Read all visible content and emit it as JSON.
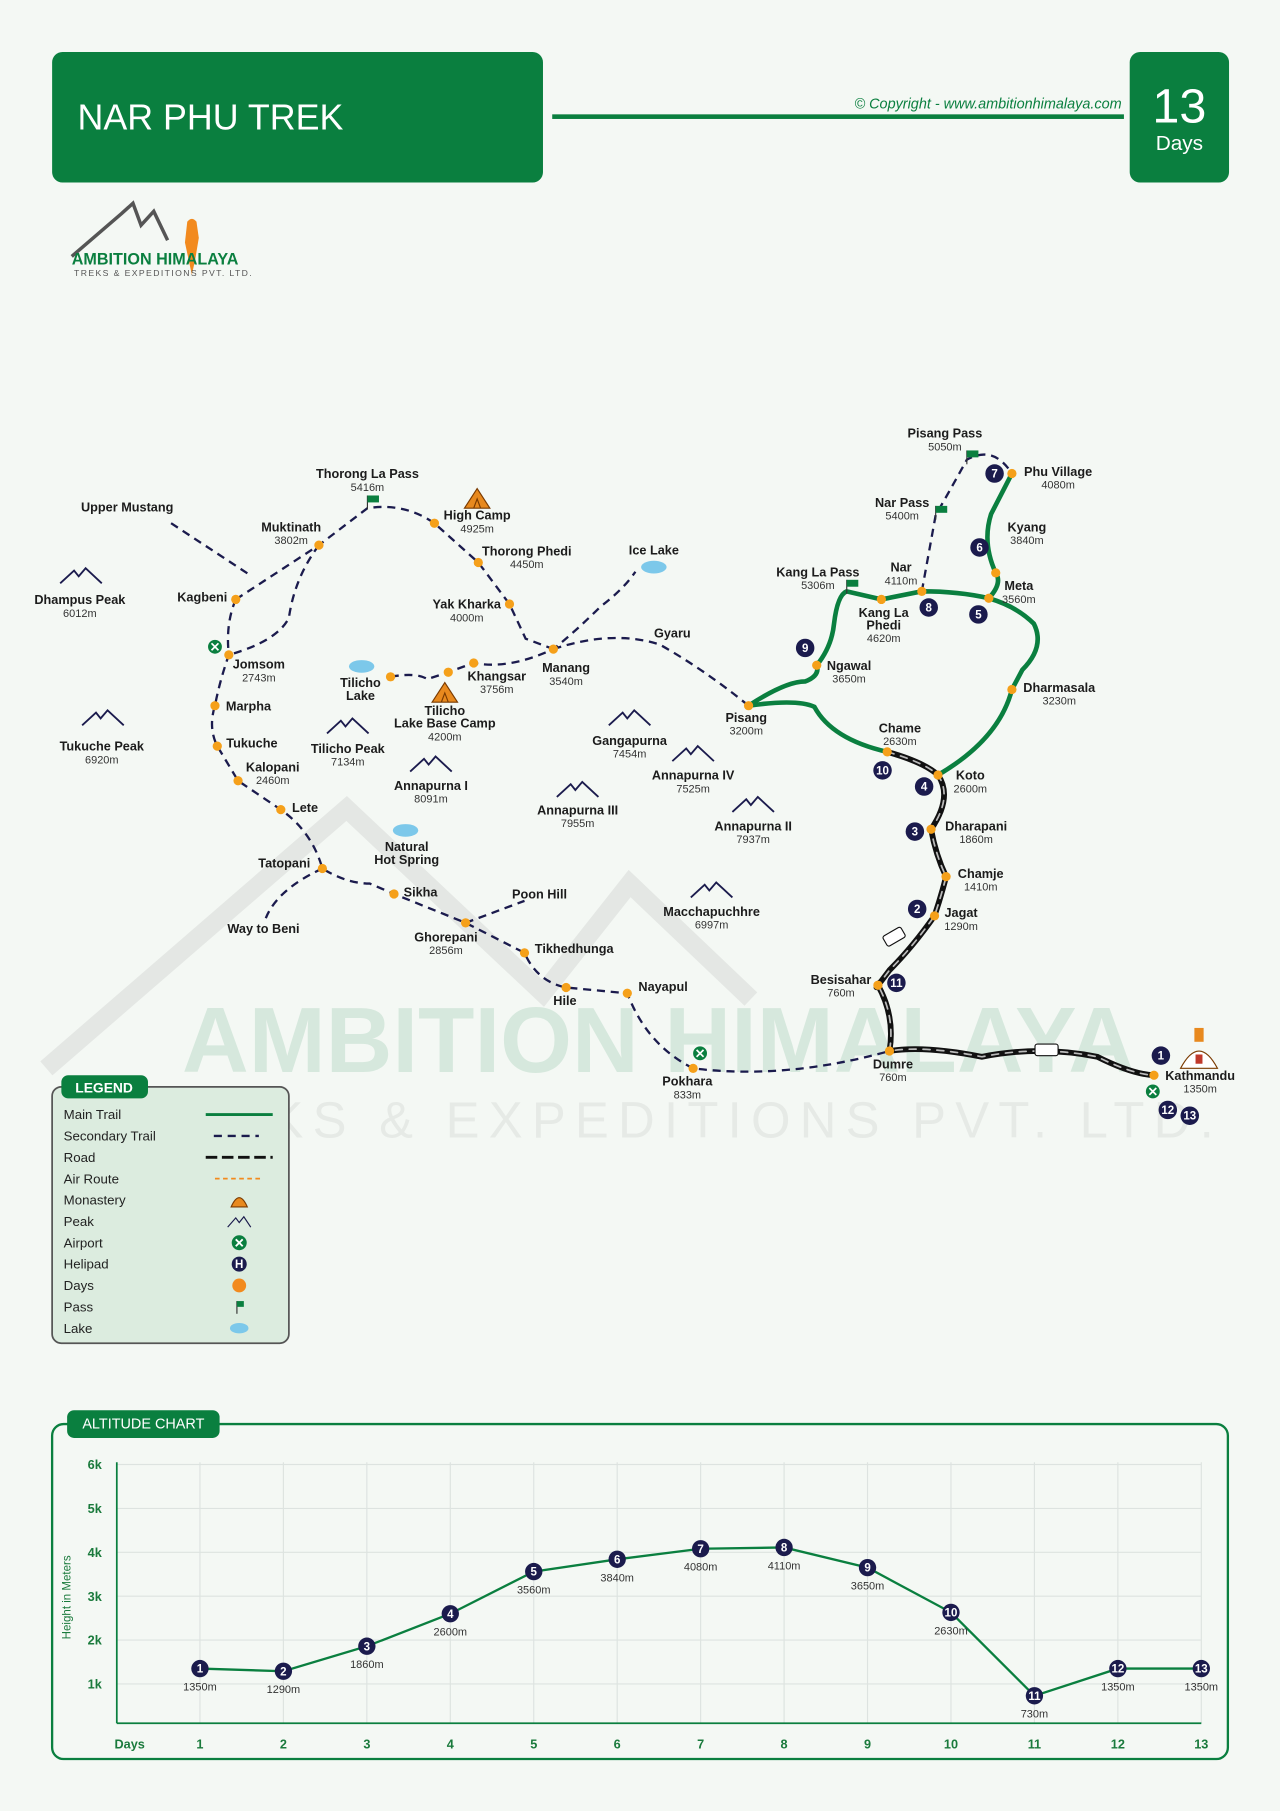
{
  "header": {
    "title": "NAR PHU TREK",
    "copyright": "© Copyright - www.ambitionhimalaya.com",
    "days_number": "13",
    "days_label": "Days"
  },
  "logo": {
    "name": "AMBITION HIMALAYA",
    "tagline": "TREKS & EXPEDITIONS PVT. LTD."
  },
  "watermark": {
    "line1": "AMBITION HIMALAYA",
    "line2": "TREKS & EXPEDITIONS PVT. LTD."
  },
  "colors": {
    "brand": "#0a7f3f",
    "navy": "#1b1b4d",
    "orange": "#f5a01a",
    "bg": "#f4f8f4"
  },
  "map": {
    "region_labels": [
      "Upper Mustang",
      "Way to Beni",
      "Poon Hill",
      "Ice Lake",
      "Gyaru"
    ],
    "places": [
      {
        "name": "Muktinath",
        "alt": "3802m"
      },
      {
        "name": "Thorong La Pass",
        "alt": "5416m"
      },
      {
        "name": "High Camp",
        "alt": "4925m"
      },
      {
        "name": "Thorong Phedi",
        "alt": "4450m"
      },
      {
        "name": "Yak Kharka",
        "alt": "4000m"
      },
      {
        "name": "Manang",
        "alt": "3540m"
      },
      {
        "name": "Khangsar",
        "alt": "3756m"
      },
      {
        "name": "Tilicho Lake Base Camp",
        "alt": "4200m"
      },
      {
        "name": "Tilicho Lake",
        "alt": ""
      },
      {
        "name": "Kagbeni",
        "alt": ""
      },
      {
        "name": "Jomsom",
        "alt": "2743m"
      },
      {
        "name": "Marpha",
        "alt": ""
      },
      {
        "name": "Tukuche",
        "alt": ""
      },
      {
        "name": "Kalopani",
        "alt": "2460m"
      },
      {
        "name": "Lete",
        "alt": ""
      },
      {
        "name": "Tatopani",
        "alt": ""
      },
      {
        "name": "Natural Hot Spring",
        "alt": ""
      },
      {
        "name": "Sikha",
        "alt": ""
      },
      {
        "name": "Ghorepani",
        "alt": "2856m"
      },
      {
        "name": "Tikhedhunga",
        "alt": ""
      },
      {
        "name": "Hile",
        "alt": ""
      },
      {
        "name": "Nayapul",
        "alt": ""
      },
      {
        "name": "Pokhara",
        "alt": "833m"
      },
      {
        "name": "Dumre",
        "alt": "760m"
      },
      {
        "name": "Besisahar",
        "alt": "760m"
      },
      {
        "name": "Jagat",
        "alt": "1290m"
      },
      {
        "name": "Chamje",
        "alt": "1410m"
      },
      {
        "name": "Dharapani",
        "alt": "1860m"
      },
      {
        "name": "Koto",
        "alt": "2600m"
      },
      {
        "name": "Chame",
        "alt": "2630m"
      },
      {
        "name": "Pisang",
        "alt": "3200m"
      },
      {
        "name": "Ngawal",
        "alt": "3650m"
      },
      {
        "name": "Kang La Pass",
        "alt": "5306m"
      },
      {
        "name": "Kang La Phedi",
        "alt": "4620m"
      },
      {
        "name": "Nar",
        "alt": "4110m"
      },
      {
        "name": "Meta",
        "alt": "3560m"
      },
      {
        "name": "Kyang",
        "alt": "3840m"
      },
      {
        "name": "Phu Village",
        "alt": "4080m"
      },
      {
        "name": "Nar Pass",
        "alt": "5400m"
      },
      {
        "name": "Pisang Pass",
        "alt": "5050m"
      },
      {
        "name": "Dharmasala",
        "alt": "3230m"
      },
      {
        "name": "Kathmandu",
        "alt": "1350m"
      }
    ],
    "peaks": [
      {
        "name": "Dhampus Peak",
        "alt": "6012m"
      },
      {
        "name": "Tukuche Peak",
        "alt": "6920m"
      },
      {
        "name": "Tilicho Peak",
        "alt": "7134m"
      },
      {
        "name": "Annapurna I",
        "alt": "8091m"
      },
      {
        "name": "Gangapurna",
        "alt": "7454m"
      },
      {
        "name": "Annapurna IV",
        "alt": "7525m"
      },
      {
        "name": "Annapurna III",
        "alt": "7955m"
      },
      {
        "name": "Annapurna II",
        "alt": "7937m"
      },
      {
        "name": "Macchapuchhre",
        "alt": "6997m"
      }
    ],
    "day_markers": [
      "1",
      "2",
      "3",
      "4",
      "5",
      "6",
      "7",
      "8",
      "9",
      "10",
      "11",
      "12",
      "13"
    ]
  },
  "legend": {
    "title": "LEGEND",
    "items": [
      {
        "label": "Main Trail",
        "icon": "main-trail"
      },
      {
        "label": "Secondary Trail",
        "icon": "secondary-trail"
      },
      {
        "label": "Road",
        "icon": "road"
      },
      {
        "label": "Air Route",
        "icon": "air-route"
      },
      {
        "label": "Monastery",
        "icon": "monastery"
      },
      {
        "label": "Peak",
        "icon": "peak"
      },
      {
        "label": "Airport",
        "icon": "airport"
      },
      {
        "label": "Helipad",
        "icon": "helipad"
      },
      {
        "label": "Days",
        "icon": "day-dot"
      },
      {
        "label": "Pass",
        "icon": "pass-flag"
      },
      {
        "label": "Lake",
        "icon": "lake"
      }
    ],
    "helipad_letter": "H"
  },
  "chart_data": {
    "type": "line",
    "title": "ALTITUDE CHART",
    "xlabel": "Days",
    "ylabel": "Height in Meters",
    "x": [
      1,
      2,
      3,
      4,
      5,
      6,
      7,
      8,
      9,
      10,
      11,
      12,
      13
    ],
    "values": [
      1350,
      1290,
      1860,
      2600,
      3560,
      3840,
      4080,
      4110,
      3650,
      2630,
      730,
      1350,
      1350
    ],
    "point_labels": [
      "1350m",
      "1290m",
      "1860m",
      "2600m",
      "3560m",
      "3840m",
      "4080m",
      "4110m",
      "3650m",
      "2630m",
      "730m",
      "1350m",
      "1350m"
    ],
    "yticks": [
      1000,
      2000,
      3000,
      4000,
      5000,
      6000
    ],
    "ytick_labels": [
      "1k",
      "2k",
      "3k",
      "4k",
      "5k",
      "6k"
    ],
    "ylim": [
      0,
      6000
    ],
    "grid": true
  }
}
